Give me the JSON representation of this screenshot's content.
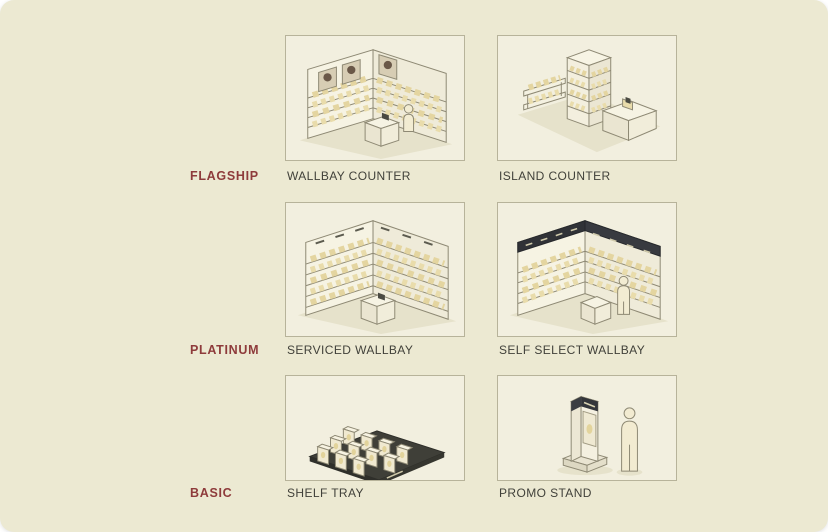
{
  "page": {
    "background_color": "#ece9d2",
    "panel_color": "#f2efdf",
    "panel_border_color": "#b7b39a",
    "tier_label_color": "#8e3b3b",
    "caption_color": "#41413a"
  },
  "tiers": [
    {
      "label": "FLAGSHIP",
      "items": [
        {
          "caption": "WALLBAY COUNTER",
          "icon": "wallbay-counter-illustration"
        },
        {
          "caption": "ISLAND COUNTER",
          "icon": "island-counter-illustration"
        }
      ]
    },
    {
      "label": "PLATINUM",
      "items": [
        {
          "caption": "SERVICED WALLBAY",
          "icon": "serviced-wallbay-illustration"
        },
        {
          "caption": "SELF SELECT WALLBAY",
          "icon": "self-select-wallbay-illustration"
        }
      ]
    },
    {
      "label": "BASIC",
      "items": [
        {
          "caption": "SHELF TRAY",
          "icon": "shelf-tray-illustration"
        },
        {
          "caption": "PROMO STAND",
          "icon": "promo-stand-illustration"
        }
      ]
    }
  ]
}
